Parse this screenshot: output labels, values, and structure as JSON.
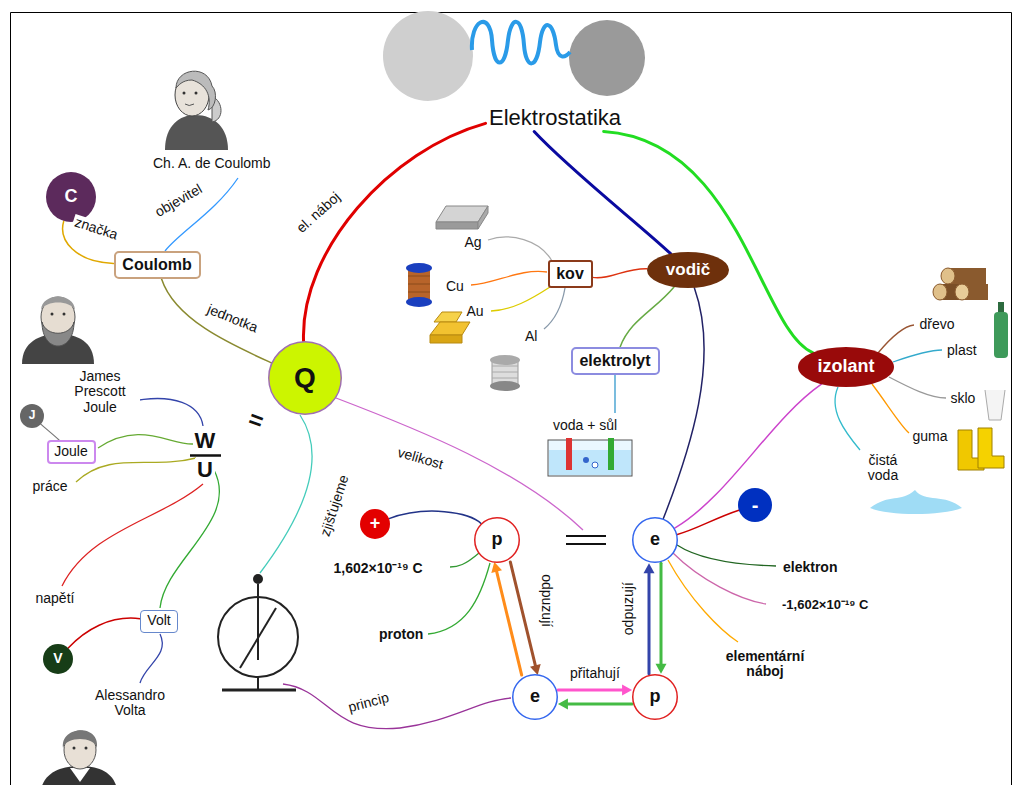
{
  "diagram": {
    "nodes": [
      {
        "text": [
          "Elektrostatika"
        ]
      },
      {
        "text": [
          "C"
        ]
      },
      {
        "text": [
          "Coulomb"
        ]
      },
      {
        "text": [
          "Q"
        ]
      },
      {
        "text": [
          "kov"
        ]
      },
      {
        "text": [
          "vodič"
        ]
      },
      {
        "text": [
          "elektrolyt"
        ]
      },
      {
        "text": [
          "izolant"
        ]
      },
      {
        "text": [
          "J"
        ]
      },
      {
        "text": [
          "Joule"
        ]
      },
      {
        "text": [
          "Volt"
        ]
      },
      {
        "text": [
          "V"
        ]
      },
      {
        "text": [
          "+"
        ]
      },
      {
        "text": [
          "p"
        ]
      },
      {
        "text": [
          "e"
        ]
      },
      {
        "text": [
          "-"
        ]
      },
      {
        "text": [
          "e"
        ]
      },
      {
        "text": [
          "p"
        ]
      }
    ],
    "edges": [
      {
        "from": 0,
        "to": 3,
        "label": "el. náboj",
        "arrow": "none"
      },
      {
        "from": 0,
        "to": 5,
        "arrow": "none"
      },
      {
        "from": 0,
        "to": 7,
        "arrow": "none"
      },
      {
        "from": 2,
        "to": 3,
        "label": "jednotka",
        "arrow": "none"
      },
      {
        "from": 2,
        "to": 1,
        "label": "značka",
        "arrow": "none"
      },
      {
        "from": 9,
        "to": 8,
        "arrow": "none"
      },
      {
        "from": 10,
        "to": 11,
        "arrow": "none"
      },
      {
        "from": 5,
        "to": 4,
        "arrow": "none"
      },
      {
        "from": 5,
        "to": 6,
        "arrow": "none"
      },
      {
        "from": 5,
        "to": 14,
        "arrow": "none"
      },
      {
        "from": 7,
        "to": 14,
        "arrow": "none"
      },
      {
        "from": 12,
        "to": 13,
        "arrow": "none"
      },
      {
        "from": 15,
        "to": 14,
        "arrow": "none"
      },
      {
        "from": 16,
        "to": 13,
        "label": "odpuzují",
        "arrow": "to"
      },
      {
        "from": 13,
        "to": 16,
        "arrow": "to"
      },
      {
        "from": 17,
        "to": 14,
        "label": "odpuzují",
        "arrow": "to"
      },
      {
        "from": 14,
        "to": 17,
        "arrow": "to"
      },
      {
        "from": 16,
        "to": 17,
        "label": "přitahují",
        "arrow": "to"
      },
      {
        "from": 17,
        "to": 16,
        "arrow": "to"
      }
    ],
    "labels": [
      "Ch. A. de Coulomb",
      "objevitel",
      "James Prescott Joule",
      "=",
      "W",
      "U",
      "práce",
      "napětí",
      "Alessandro Volta",
      "zjišťujeme",
      "velikost",
      "princip",
      "Ag",
      "Cu",
      "Au",
      "Al",
      "voda + sůl",
      "dřevo",
      "plast",
      "sklo",
      "guma",
      "čistá voda",
      "1,602×10⁻¹⁹ C",
      "proton",
      "elektron",
      "-1,602×10⁻¹⁹ C",
      "elementární náboj"
    ]
  }
}
